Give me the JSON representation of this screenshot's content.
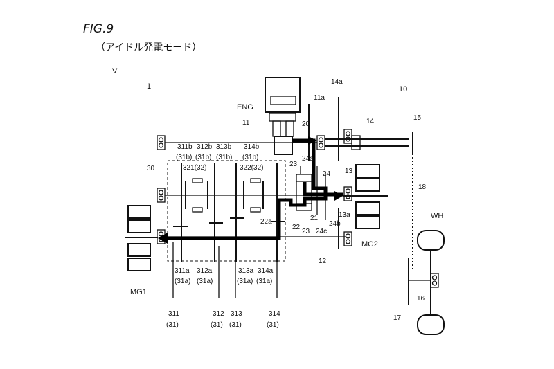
{
  "figure": {
    "number": "FIG.9",
    "subtitle": "（アイドル発電モード）"
  },
  "labels": {
    "V": "V",
    "one": "1",
    "ten": "10",
    "ENG": "ENG",
    "n11a": "11a",
    "n14a": "14a",
    "n14": "14",
    "n15": "15",
    "n11": "11",
    "n20": "20",
    "n311b": "311b",
    "n312b": "312b",
    "n313b": "313b",
    "n314b": "314b",
    "n31b_1": "(31b)",
    "n31b_2": "(31b)",
    "n31b_3": "(31b)",
    "n31b_4": "(31b)",
    "n321": "321(32)",
    "n322": "322(32)",
    "n30": "30",
    "n23a": "23",
    "n24a": "24a",
    "n24": "24",
    "n13": "13",
    "n18": "18",
    "n22a": "22a",
    "n21": "21",
    "n22": "22",
    "n23b": "23",
    "n24c": "24c",
    "n24b": "24b",
    "n13a": "13a",
    "n12": "12",
    "MG1": "MG1",
    "MG2": "MG2",
    "WH": "WH",
    "n16": "16",
    "n17": "17",
    "n311a": "311a",
    "n312a": "312a",
    "n313a": "313a",
    "n314a": "314a",
    "n31a_1": "(31a)",
    "n31a_2": "(31a)",
    "n31a_3": "(31a)",
    "n31a_4": "(31a)",
    "n311": "311",
    "n312": "312",
    "n313": "313",
    "n314": "314",
    "n31_1": "(31)",
    "n31_2": "(31)",
    "n31_3": "(31)",
    "n31_4": "(31)"
  }
}
